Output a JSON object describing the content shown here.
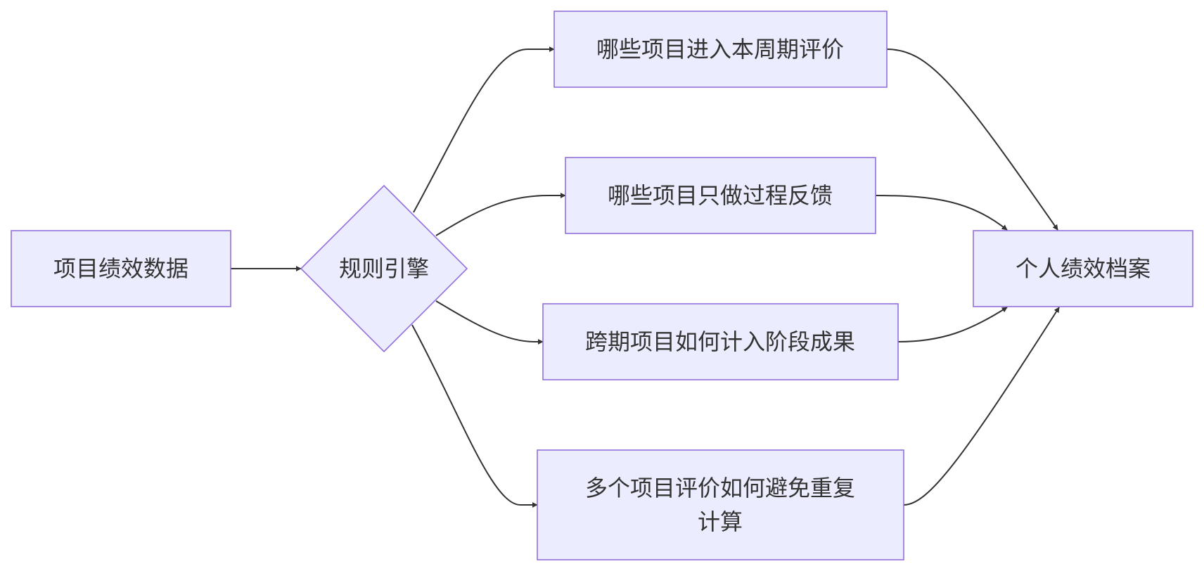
{
  "diagram": {
    "type": "flowchart",
    "direction": "left-to-right",
    "colors": {
      "node_fill": "#ececff",
      "node_border": "#9370db",
      "edge": "#333333",
      "text": "#333333"
    },
    "nodes": {
      "source": {
        "label": "项目绩效数据"
      },
      "engine": {
        "label": "规则引擎",
        "shape": "diamond"
      },
      "rule1": {
        "label": "哪些项目进入本周期评价"
      },
      "rule2": {
        "label": "哪些项目只做过程反馈"
      },
      "rule3": {
        "label": "跨期项目如何计入阶段成果"
      },
      "rule4": {
        "label_line1": "多个项目评价如何避免重复",
        "label_line2": "计算"
      },
      "target": {
        "label": "个人绩效档案"
      }
    },
    "edges": [
      {
        "from": "source",
        "to": "engine"
      },
      {
        "from": "engine",
        "to": "rule1"
      },
      {
        "from": "engine",
        "to": "rule2"
      },
      {
        "from": "engine",
        "to": "rule3"
      },
      {
        "from": "engine",
        "to": "rule4"
      },
      {
        "from": "rule1",
        "to": "target"
      },
      {
        "from": "rule2",
        "to": "target"
      },
      {
        "from": "rule3",
        "to": "target"
      },
      {
        "from": "rule4",
        "to": "target"
      }
    ]
  }
}
